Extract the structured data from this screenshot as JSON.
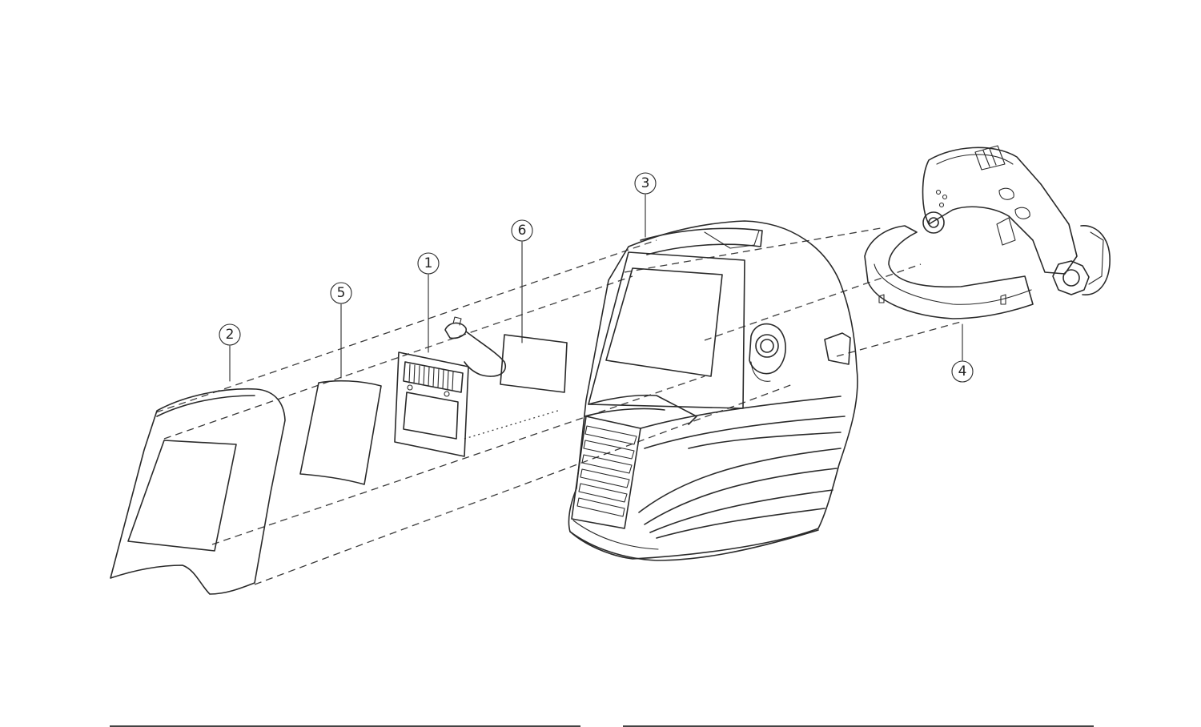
{
  "parts": [
    {
      "id": "1",
      "label": "①",
      "name": "auto-darkening-filter"
    },
    {
      "id": "2",
      "label": "②",
      "name": "outer-cover-lens"
    },
    {
      "id": "3",
      "label": "③",
      "name": "helmet-shell"
    },
    {
      "id": "4",
      "label": "④",
      "name": "headgear"
    },
    {
      "id": "5",
      "label": "⑤",
      "name": "inner-cover-lens"
    },
    {
      "id": "6",
      "label": "⑥",
      "name": "magnifying-lens"
    }
  ],
  "colors": {
    "line": "#2a2a2a",
    "background": "#ffffff"
  }
}
